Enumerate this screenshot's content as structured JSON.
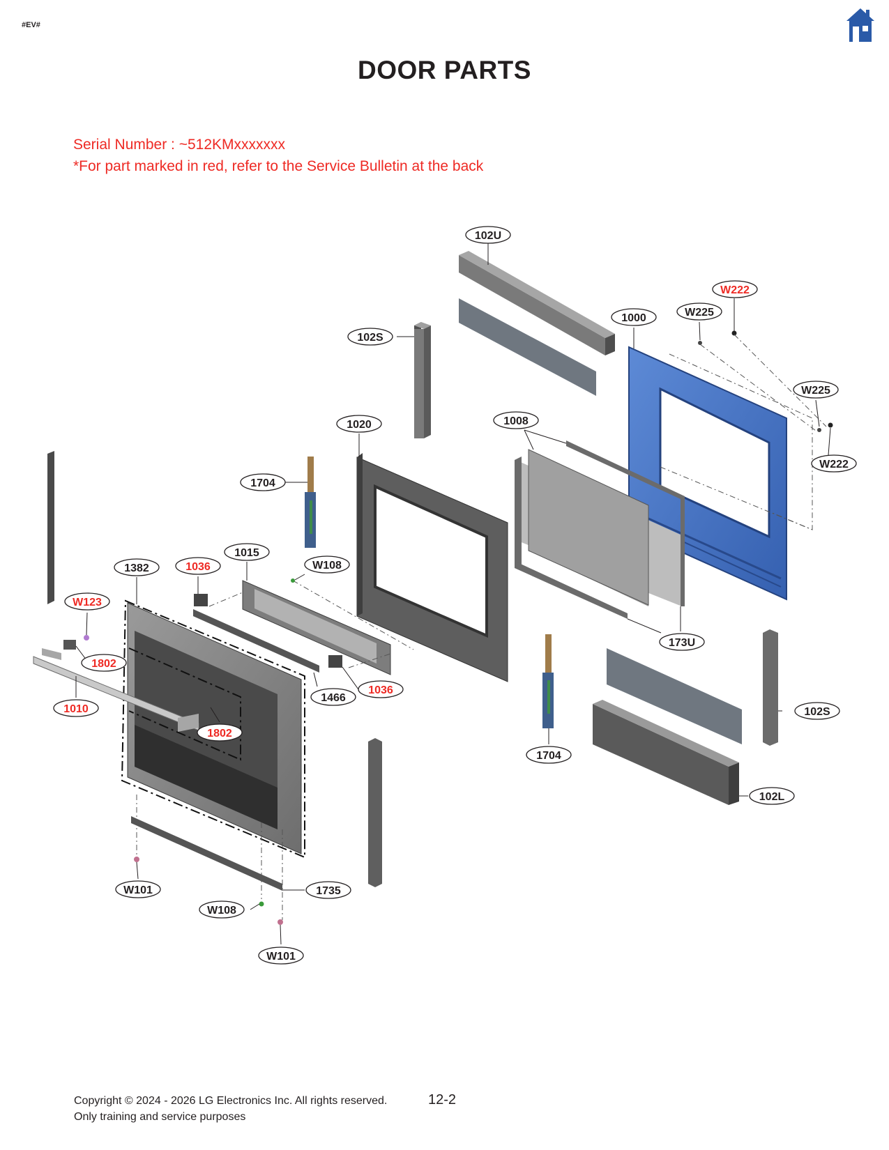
{
  "header": {
    "corner_tag": "#EV#",
    "title": "DOOR PARTS",
    "home_icon": "home-icon",
    "home_color": "#2a5aa8"
  },
  "notes": {
    "serial": "Serial Number : ~512KMxxxxxxx",
    "service_bulletin": "*For part marked in red, refer to the Service Bulletin at the back"
  },
  "colors": {
    "highlight": "#ee2a24",
    "normal": "#231f20",
    "door_frame": "#4a76c2"
  },
  "callouts": [
    {
      "id": "c-102U-top",
      "label": "102U",
      "red": false
    },
    {
      "id": "c-W222-top",
      "label": "W222",
      "red": true
    },
    {
      "id": "c-W225-top",
      "label": "W225",
      "red": false
    },
    {
      "id": "c-1000",
      "label": "1000",
      "red": false
    },
    {
      "id": "c-102S-left",
      "label": "102S",
      "red": false
    },
    {
      "id": "c-W225-right",
      "label": "W225",
      "red": false
    },
    {
      "id": "c-1020",
      "label": "1020",
      "red": false
    },
    {
      "id": "c-1008",
      "label": "1008",
      "red": false
    },
    {
      "id": "c-W222-right",
      "label": "W222",
      "red": false
    },
    {
      "id": "c-1704-top",
      "label": "1704",
      "red": false
    },
    {
      "id": "c-1015",
      "label": "1015",
      "red": false
    },
    {
      "id": "c-1382",
      "label": "1382",
      "red": false
    },
    {
      "id": "c-1036-top",
      "label": "1036",
      "red": true
    },
    {
      "id": "c-W108-top",
      "label": "W108",
      "red": false
    },
    {
      "id": "c-W123",
      "label": "W123",
      "red": true
    },
    {
      "id": "c-173U",
      "label": "173U",
      "red": false
    },
    {
      "id": "c-1802-left",
      "label": "1802",
      "red": true
    },
    {
      "id": "c-1036-bottom",
      "label": "1036",
      "red": true
    },
    {
      "id": "c-1466",
      "label": "1466",
      "red": false
    },
    {
      "id": "c-1010",
      "label": "1010",
      "red": true
    },
    {
      "id": "c-102S-right",
      "label": "102S",
      "red": false
    },
    {
      "id": "c-1802-center",
      "label": "1802",
      "red": true
    },
    {
      "id": "c-1704-bottom",
      "label": "1704",
      "red": false
    },
    {
      "id": "c-102L",
      "label": "102L",
      "red": false
    },
    {
      "id": "c-W101-left",
      "label": "W101",
      "red": false
    },
    {
      "id": "c-1735",
      "label": "1735",
      "red": false
    },
    {
      "id": "c-W108-bottom",
      "label": "W108",
      "red": false
    },
    {
      "id": "c-W101-bottom",
      "label": "W101",
      "red": false
    }
  ],
  "footer": {
    "copyright": "Copyright © 2024 - 2026 LG Electronics Inc. All rights reserved.",
    "usage": "Only training and service purposes",
    "page_number": "12-2"
  }
}
